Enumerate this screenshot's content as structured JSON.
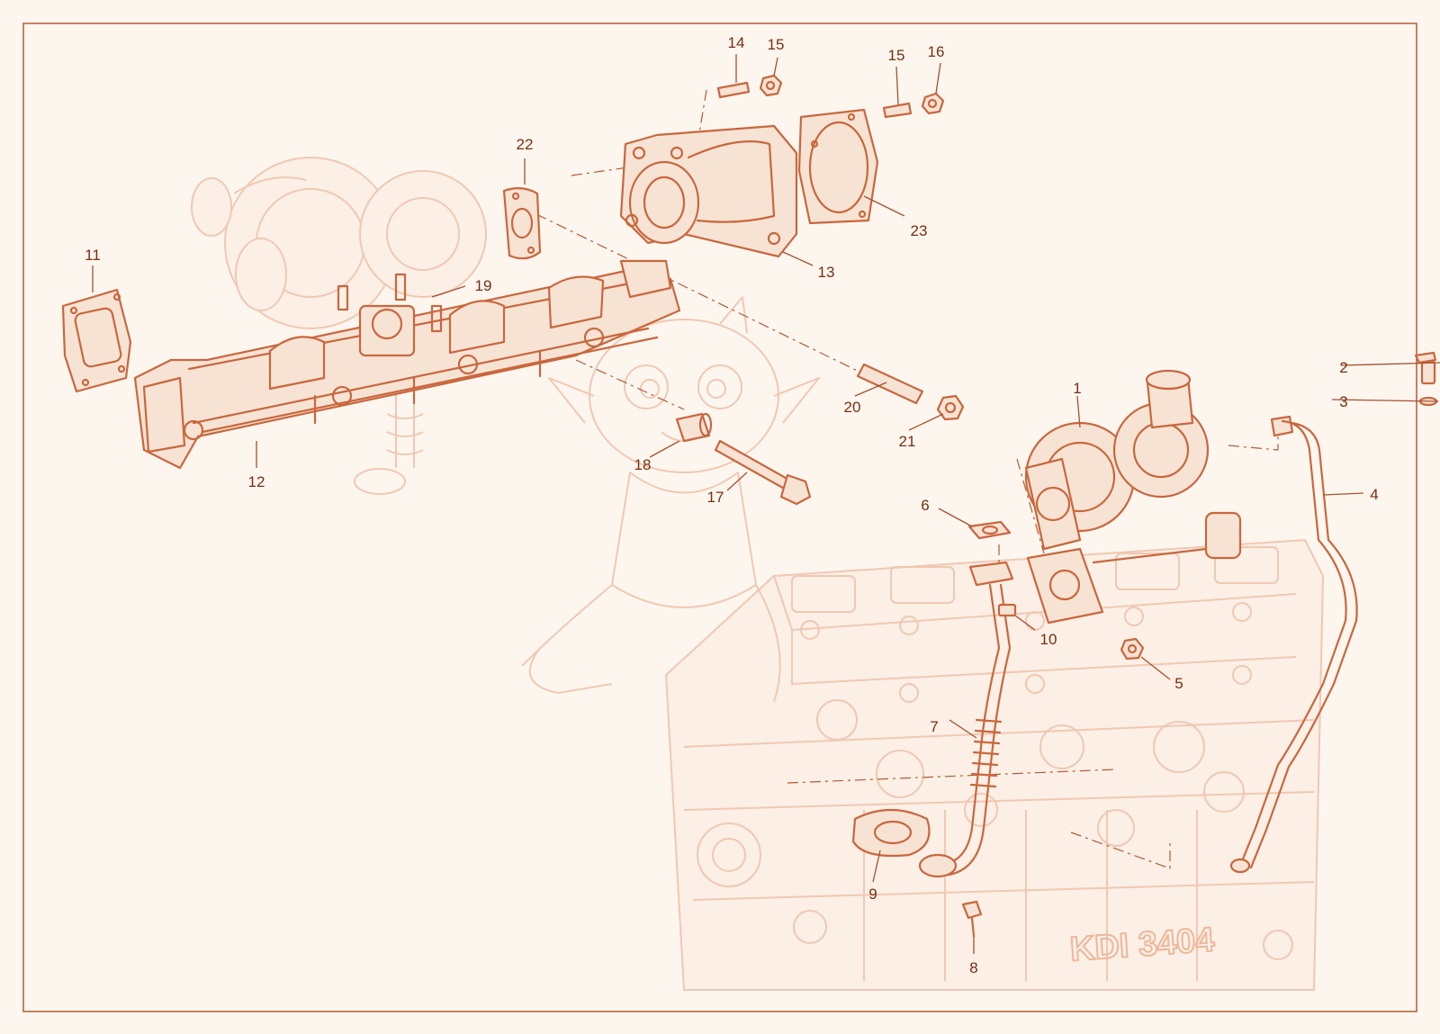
{
  "diagram": {
    "callouts": [
      {
        "id": "c1",
        "label": "1"
      },
      {
        "id": "c2",
        "label": "2"
      },
      {
        "id": "c3",
        "label": "3"
      },
      {
        "id": "c4",
        "label": "4"
      },
      {
        "id": "c5",
        "label": "5"
      },
      {
        "id": "c6",
        "label": "6"
      },
      {
        "id": "c7",
        "label": "7"
      },
      {
        "id": "c8",
        "label": "8"
      },
      {
        "id": "c9",
        "label": "9"
      },
      {
        "id": "c10",
        "label": "10"
      },
      {
        "id": "c11",
        "label": "11"
      },
      {
        "id": "c12",
        "label": "12"
      },
      {
        "id": "c13",
        "label": "13"
      },
      {
        "id": "c14",
        "label": "14"
      },
      {
        "id": "c15a",
        "label": "15"
      },
      {
        "id": "c15b",
        "label": "15"
      },
      {
        "id": "c16",
        "label": "16"
      },
      {
        "id": "c17",
        "label": "17"
      },
      {
        "id": "c18",
        "label": "18"
      },
      {
        "id": "c19",
        "label": "19"
      },
      {
        "id": "c20",
        "label": "20"
      },
      {
        "id": "c21",
        "label": "21"
      },
      {
        "id": "c22",
        "label": "22"
      },
      {
        "id": "c23",
        "label": "23"
      }
    ],
    "engine_block_marking": "KDI 3404",
    "colors": {
      "background": "#fdf6ef",
      "part_line": "#c9673d",
      "ghost_line": "#f0c8b2",
      "callout_text": "#7a2d10",
      "frame": "#b85a33"
    }
  }
}
